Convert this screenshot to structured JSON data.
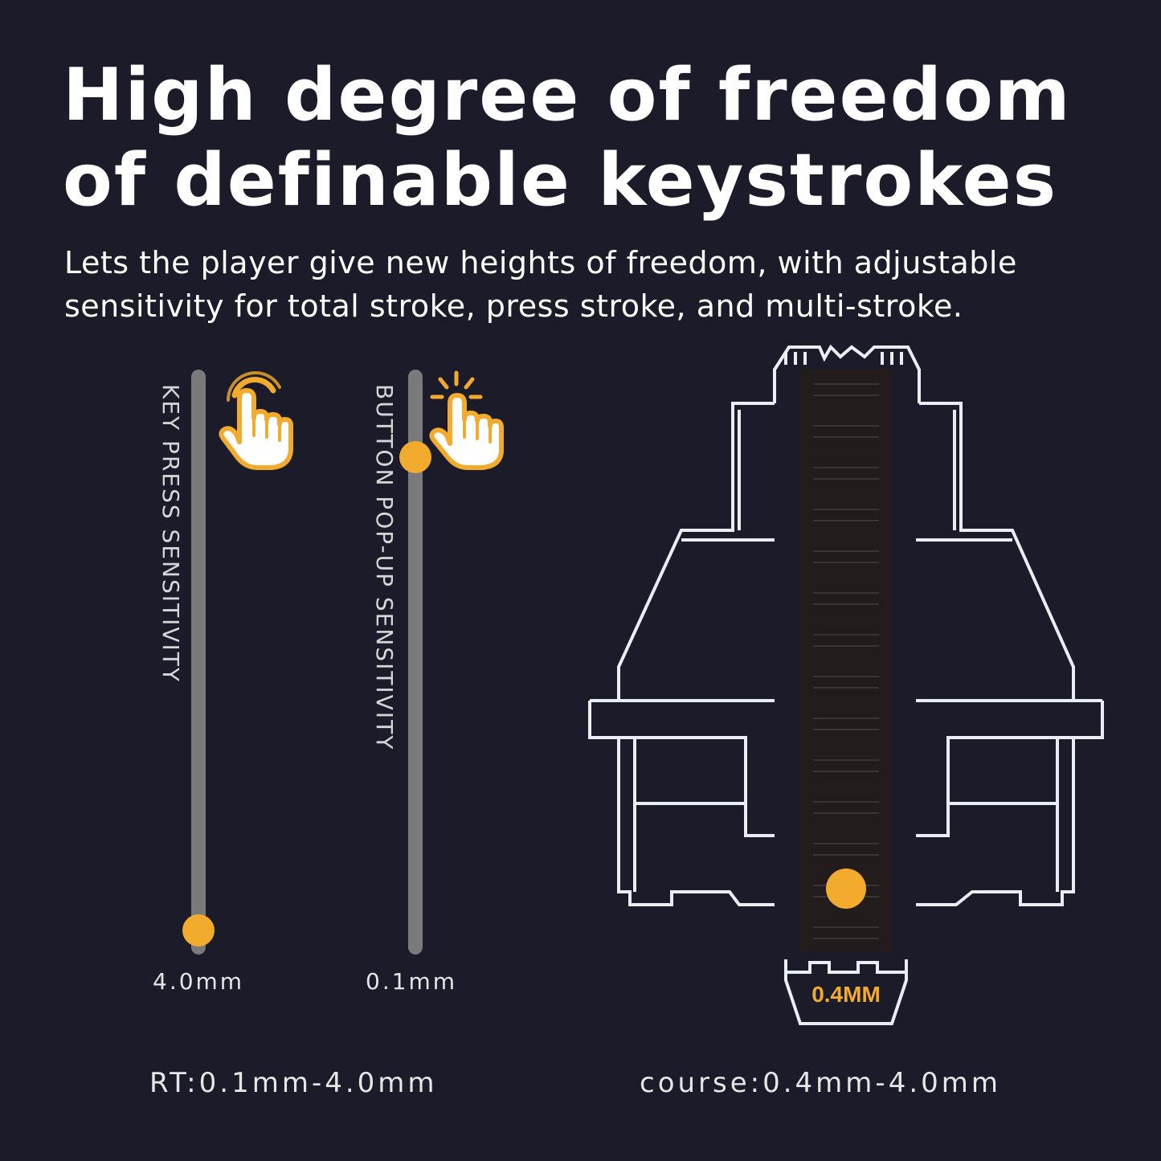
{
  "headline": {
    "line1": "High degree of freedom",
    "line2": "of definable keystrokes"
  },
  "description": {
    "line1": "Lets the player give new heights of freedom, with adjustable",
    "line2": "sensitivity for total stroke, press stroke, and multi-stroke."
  },
  "sliders": [
    {
      "label": "KEY PRESS SENSITIVITY",
      "value_text": "4.0mm",
      "level": 1.0,
      "icon": "tap-hand-icon"
    },
    {
      "label": "BUTTON POP-UP SENSITIVITY",
      "value_text": "0.1mm",
      "level": 0.13,
      "icon": "tap-sparkle-hand-icon"
    }
  ],
  "switch_diagram": {
    "icon": "mechanical-switch-cross-section",
    "badge": "0.4MM"
  },
  "ranges": {
    "rt": "RT:0.1mm-4.0mm",
    "course": "course:0.4mm-4.0mm"
  },
  "colors": {
    "background": "#1c1b29",
    "accent": "#f2ab2d",
    "track": "#7a7a7c",
    "outline": "#e8eef4"
  }
}
